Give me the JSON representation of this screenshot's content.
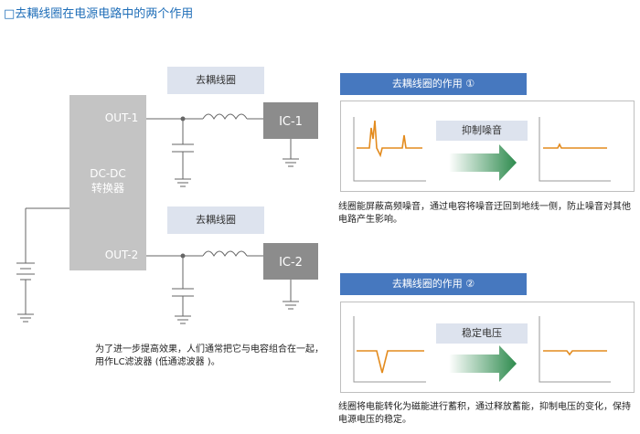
{
  "title": "□去耦线圈在电源电路中的两个作用",
  "converter": {
    "line1": "DC-DC",
    "line2": "转换器",
    "out1": "OUT-1",
    "out2": "OUT-2"
  },
  "ic1": "IC-1",
  "ic2": "IC-2",
  "coil_label_1": "去耦线圈",
  "coil_label_2": "去耦线圈",
  "left_note": {
    "line1": "为了进一步提高效果，人们通常把它与电容组合在一起，",
    "line2": "用作LC滤波器 (低通滤波器 )。"
  },
  "effect1": {
    "header": "去耦线圈的作用 ①",
    "action": "抑制噪音",
    "desc_line1": "线圈能屏蔽高频噪音，通过电容将噪音迂回到地线一侧，防止噪音对其他",
    "desc_line2": "电路产生影响。"
  },
  "effect2": {
    "header": "去耦线圈的作用 ②",
    "action": "稳定电压",
    "desc_line1": "线圈将电能转化为磁能进行蓄积，通过释放蓄能，抑制电压的变化，保持",
    "desc_line2": "电源电压的稳定。"
  },
  "colors": {
    "accent": "#1f6eb8",
    "bar": "#4678bf",
    "signal": "#e38b1e",
    "arrow": "#2e8b4e",
    "box": "#bdbdbd",
    "ic": "#8c8c8c"
  }
}
